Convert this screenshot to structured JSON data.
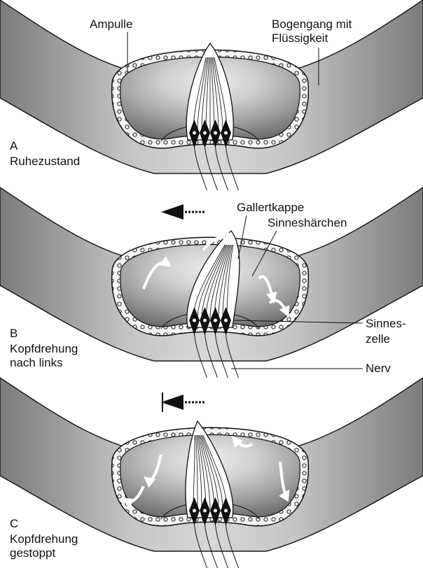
{
  "panels": [
    {
      "letter": "A",
      "caption": [
        "Ruhezustand"
      ],
      "callouts": {
        "ampulle": "Ampulle",
        "bogengang": [
          "Bogengang mit",
          "Flüssigkeit"
        ]
      },
      "state": "rest",
      "head_rotation": "none",
      "cupula_deflection": "none"
    },
    {
      "letter": "B",
      "caption": [
        "Kopfdrehung",
        "nach links"
      ],
      "callouts": {
        "gallertkappe": "Gallertkappe",
        "sinneshaerchen": "Sinneshärchen",
        "sinneszelle": [
          "Sinnes-",
          "zelle"
        ],
        "nerv": "Nerv"
      },
      "state": "rotating",
      "head_rotation": "left",
      "cupula_deflection": "right"
    },
    {
      "letter": "C",
      "caption": [
        "Kopfdrehung",
        "gestoppt"
      ],
      "callouts": {},
      "state": "stopped",
      "head_rotation": "left, stopped",
      "cupula_deflection": "left"
    }
  ],
  "colors": {
    "canal_fill": "#9a9a9a",
    "canal_stroke": "#1a1a1a",
    "ampulla_outer": "#6f6f6f",
    "ampulla_inner": "#e6e6e6",
    "cupula": "#ffffff",
    "sensory_cell": "#111111",
    "arrow_flow": "#ffffff",
    "arrow_head_motion": "#111111"
  }
}
